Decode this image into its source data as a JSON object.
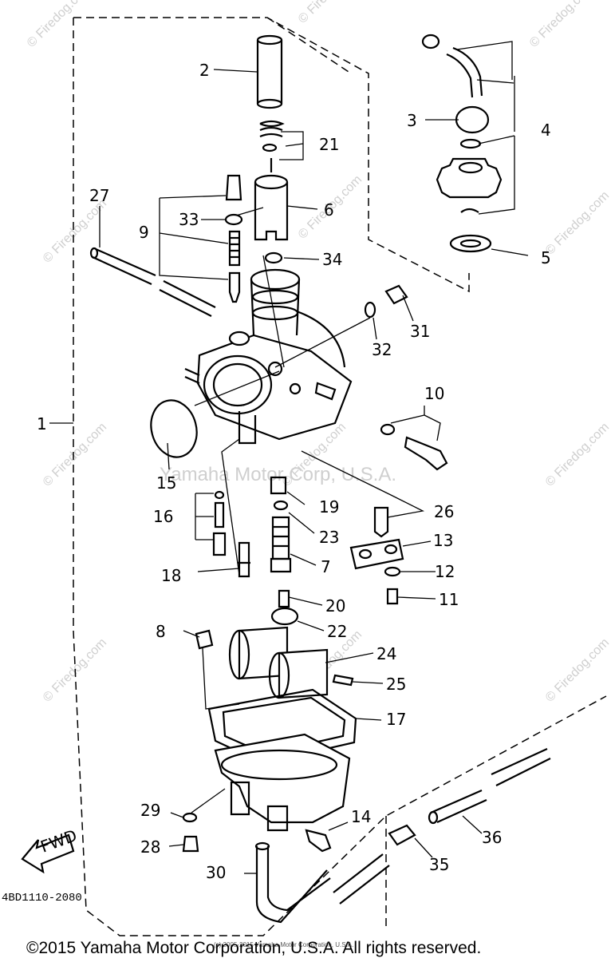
{
  "diagram": {
    "part_callouts": [
      "1",
      "2",
      "3",
      "4",
      "5",
      "6",
      "7",
      "8",
      "9",
      "10",
      "11",
      "12",
      "13",
      "14",
      "15",
      "16",
      "17",
      "18",
      "19",
      "20",
      "21",
      "22",
      "23",
      "24",
      "25",
      "26",
      "27",
      "28",
      "29",
      "30",
      "31",
      "32",
      "33",
      "34",
      "35",
      "36"
    ],
    "drawing_code": "4BD1110-2080",
    "fwd_label": "FWD",
    "center_watermark": "Yamaha Motor Corp, U.S.A.",
    "watermark_text": "© Firedog.com",
    "fine_print": "(c) 2005-2015 Yamaha Motor Corporation, U.S.A.",
    "copyright": "©2015 Yamaha Motor Corporation, U.S.A. All rights reserved."
  }
}
